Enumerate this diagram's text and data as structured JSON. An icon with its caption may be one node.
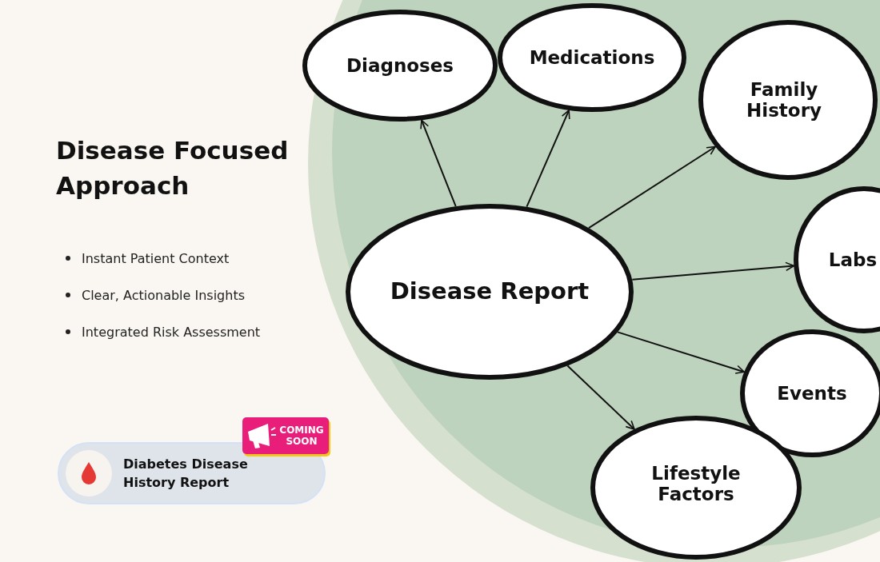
{
  "diagram": {
    "title": "Disease Focused Approach",
    "nodes": [
      {
        "text": [
          "Disease Report"
        ]
      },
      {
        "text": [
          "Diagnoses"
        ]
      },
      {
        "text": [
          "Medications"
        ]
      },
      {
        "text": [
          "Family History"
        ]
      },
      {
        "text": [
          "Labs"
        ]
      },
      {
        "text": [
          "Events"
        ]
      },
      {
        "text": [
          "Lifestyle Factors"
        ]
      },
      {
        "text": [
          "Diabetes Disease History Report"
        ]
      },
      {
        "text": [
          "COMING SOON"
        ]
      }
    ],
    "edges": [
      {
        "from": 0,
        "to": 1,
        "arrow": "to"
      },
      {
        "from": 0,
        "to": 2,
        "arrow": "to"
      },
      {
        "from": 0,
        "to": 3,
        "arrow": "to"
      },
      {
        "from": 0,
        "to": 4,
        "arrow": "to"
      },
      {
        "from": 0,
        "to": 5,
        "arrow": "to"
      },
      {
        "from": 0,
        "to": 6,
        "arrow": "to"
      }
    ],
    "labels": [
      "Instant Patient Context",
      "Clear, Actionable Insights",
      "Integrated Risk Assessment"
    ]
  }
}
